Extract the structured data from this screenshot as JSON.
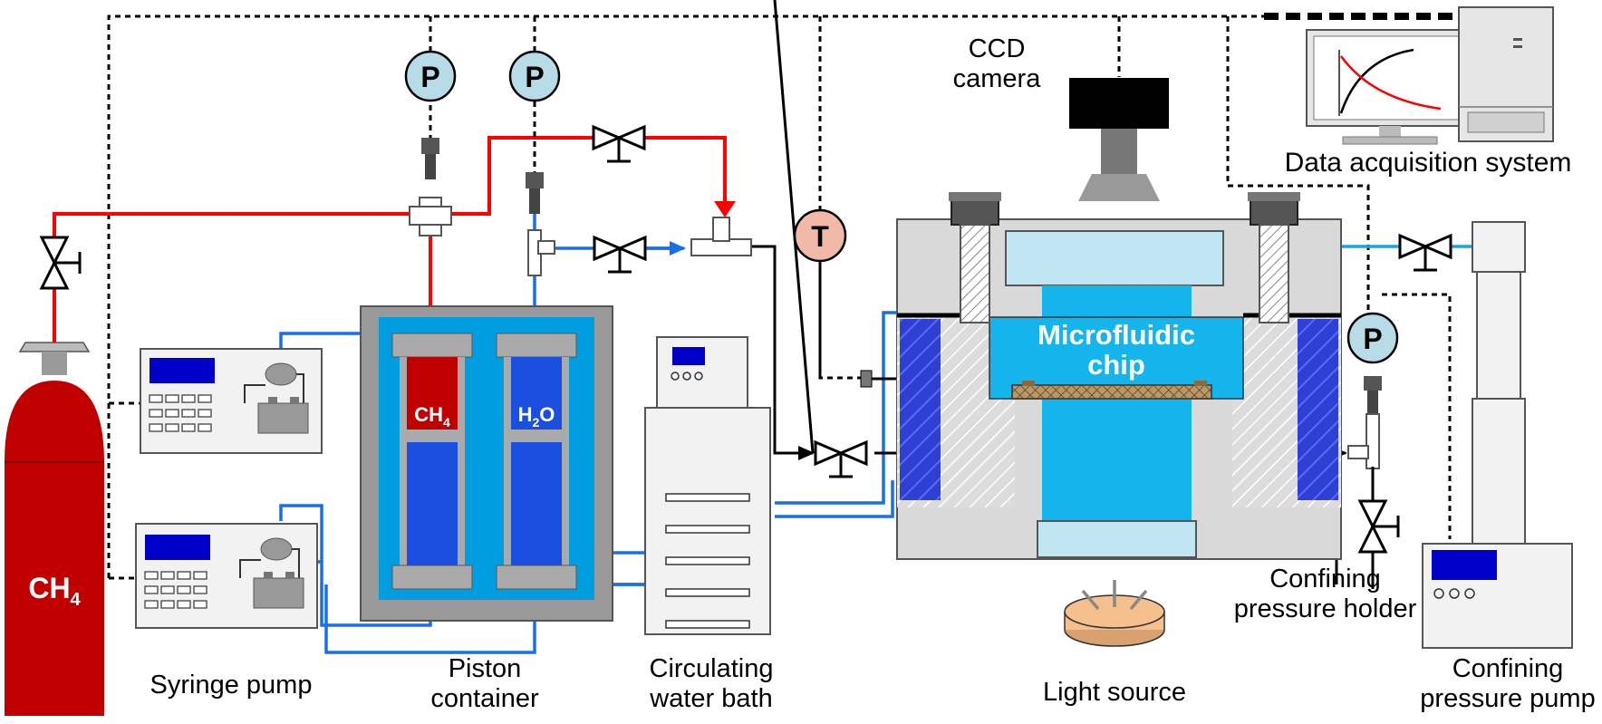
{
  "labels": {
    "ccd_camera": [
      "CCD",
      "camera"
    ],
    "data_acquisition": "Data acquisition system",
    "microfluidic_chip": [
      "Microfluidic",
      "chip"
    ],
    "syringe_pump": "Syringe pump",
    "piston_container": [
      "Piston",
      "container"
    ],
    "water_bath": [
      "Circulating",
      "water bath"
    ],
    "light_source": "Light source",
    "confining_holder": [
      "Confining",
      "pressure holder"
    ],
    "confining_pump": [
      "Confining",
      "pressure pump"
    ]
  },
  "gauges": {
    "pressure_symbol": "P",
    "temperature_symbol": "T"
  },
  "fluids": {
    "methane_base": "CH",
    "methane_subscript": "4",
    "water_prefix": "H",
    "water_subscript": "2",
    "water_suffix": "O"
  },
  "colors": {
    "gas_line": "#ff0000",
    "water_line": "#1a6fe8",
    "confining_line": "#1aa3e8",
    "control_line": "#000000",
    "cylinder": "#c00000",
    "chip_fill": "#14b4ec",
    "gauge_fill": "#b7dce8",
    "thermo_fill": "#f2b8a8",
    "light_source_fill": "#f5c08e",
    "holder_grey": "#d9d9d9",
    "water_bath_blue": "#009ee0",
    "window_blue": "#bfe6f2"
  }
}
